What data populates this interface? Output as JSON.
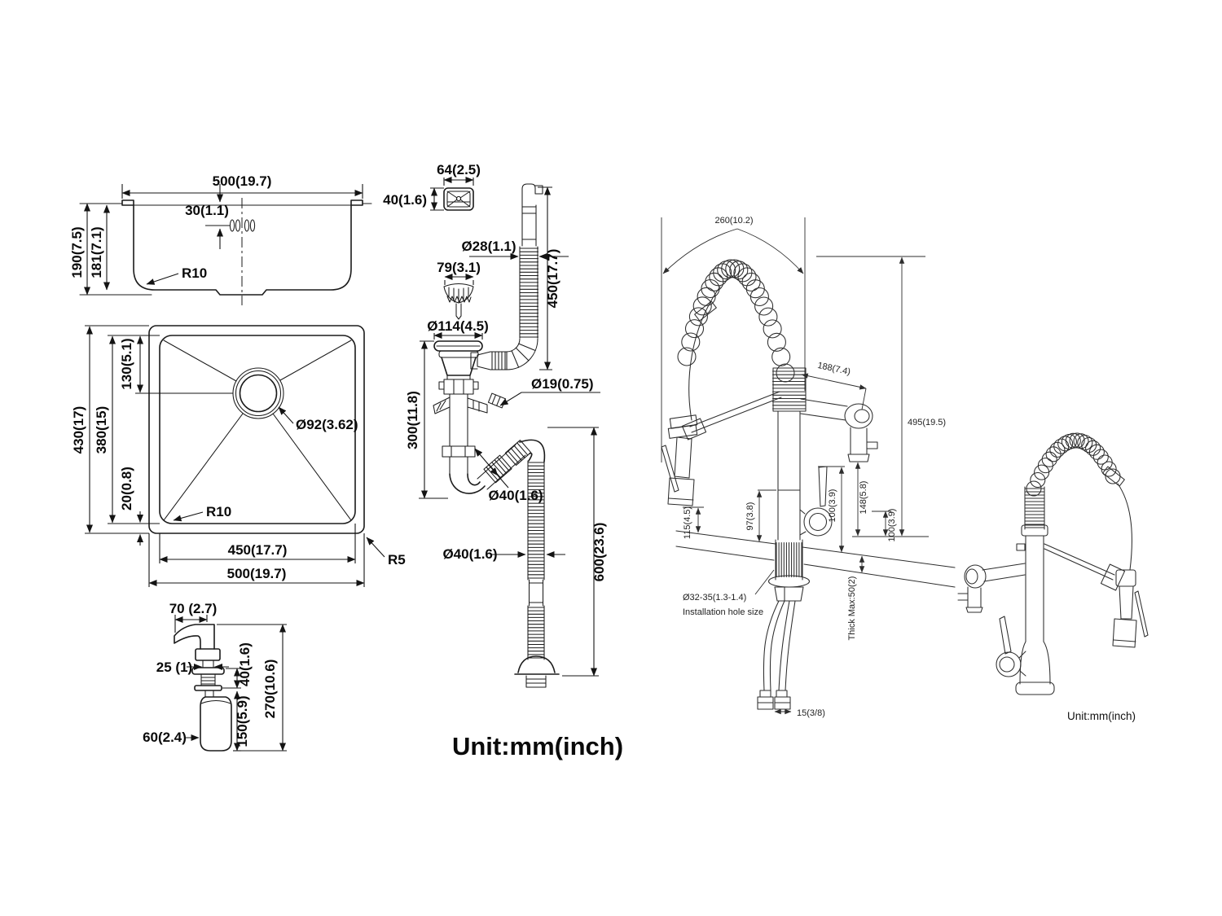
{
  "sheet": {
    "unit_note_large": "Unit:mm(inch)",
    "unit_note_small": "Unit:mm(inch)"
  },
  "sink_side_view": {
    "width_top": "500(19.7)",
    "hole_offset": "30(1.1)",
    "depth_outer": "190(7.5)",
    "depth_inner": "181(7.1)",
    "bottom_radius": "R10"
  },
  "sink_top_view": {
    "outer_depth": "430(17)",
    "inner_depth": "380(15)",
    "drain_from_top": "130(5.1)",
    "corner_gap": "20(0.8)",
    "drain_diameter": "Ø92(3.62)",
    "corner_radius_inner": "R10",
    "inner_width": "450(17.7)",
    "outer_width": "500(19.7)",
    "corner_radius_outer": "R5"
  },
  "soap_dispenser": {
    "spout_reach": "70 (2.7)",
    "neck_diameter": "25 (1)",
    "head_height": "40(1.6)",
    "bottle_height": "150(5.9)",
    "total_height": "270(10.6)",
    "bottle_diameter": "60(2.4)"
  },
  "drain_assembly": {
    "overflow_width": "64(2.5)",
    "overflow_height": "40(1.6)",
    "overflow_hose_diameter": "Ø28(1.1)",
    "overflow_hose_length": "450(17.7)",
    "basket_diameter": "79(3.1)",
    "flange_diameter": "Ø114(4.5)",
    "nipple_diameter": "Ø19(0.75)",
    "tailpiece_length": "300(11.8)",
    "trap_diameter": "Ø40(1.6)",
    "outlet_diameter": "Ø40(1.6)",
    "outlet_length": "600(23.6)"
  },
  "faucet": {
    "spring_span": "260(10.2)",
    "spout_reach": "188(7.4)",
    "total_height": "495(19.5)",
    "body_to_deck": "97(3.8)",
    "handle_height": "100(3.9)",
    "spout_outlet_height": "148(5.8)",
    "outlet_to_deck": "100(3.9)",
    "sprayer_clearance": "115(4.5)",
    "installation_hole": "Ø32-35(1.3-1.4)",
    "installation_hole_note": "Installation hole size",
    "deck_thickness": "Thick Max:50(2)",
    "hose_fitting_size": "15(3/8)"
  }
}
